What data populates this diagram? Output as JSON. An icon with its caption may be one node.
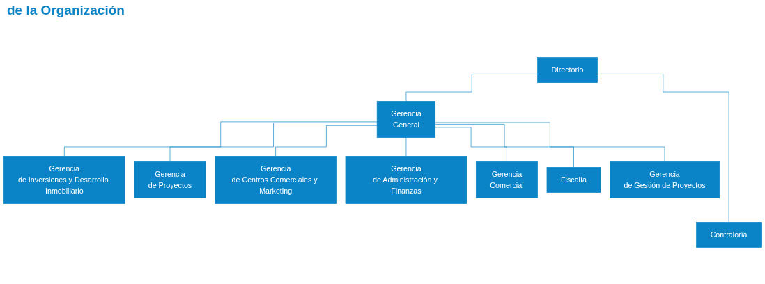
{
  "diagram": {
    "title": "de la Organización",
    "nodes": [
      {
        "text": [
          "Directorio"
        ]
      },
      {
        "text": [
          "Contraloría"
        ]
      },
      {
        "text": [
          "Gerencia",
          "General"
        ]
      },
      {
        "text": [
          "Gerencia",
          "de Inversiones y Desarrollo Inmobiliario"
        ]
      },
      {
        "text": [
          "Gerencia",
          "de Proyectos"
        ]
      },
      {
        "text": [
          "Gerencia",
          "de Centros Comerciales y Marketing"
        ]
      },
      {
        "text": [
          "Gerencia",
          "de Administración y Finanzas"
        ]
      },
      {
        "text": [
          "Gerencia",
          "Comercial"
        ]
      },
      {
        "text": [
          "Fiscalía"
        ]
      },
      {
        "text": [
          "Gerencia",
          "de Gestión de Proyectos"
        ]
      }
    ],
    "edges": [
      {
        "from": 0,
        "to": 1,
        "arrow": "none"
      },
      {
        "from": 0,
        "to": 2,
        "arrow": "none"
      },
      {
        "from": 2,
        "to": 3,
        "arrow": "none"
      },
      {
        "from": 2,
        "to": 7,
        "arrow": "none"
      },
      {
        "from": 2,
        "to": 4,
        "arrow": "none"
      },
      {
        "from": 2,
        "to": 8,
        "arrow": "none"
      },
      {
        "from": 2,
        "to": 5,
        "arrow": "none"
      },
      {
        "from": 2,
        "to": 9,
        "arrow": "none"
      },
      {
        "from": 2,
        "to": 6,
        "arrow": "none"
      }
    ]
  }
}
